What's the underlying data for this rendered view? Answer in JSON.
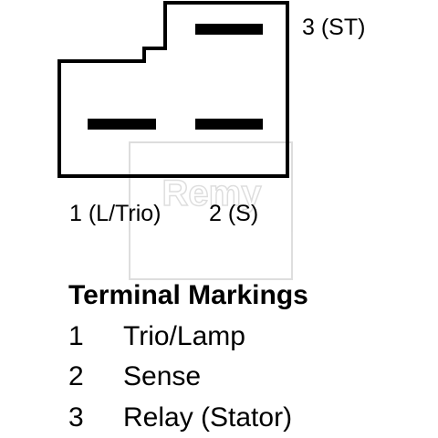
{
  "watermark": "Remy",
  "terminals": {
    "top_label": "3 (ST)",
    "bottom_left_label": "1 (L/Trio)",
    "bottom_right_label": "2 (S)"
  },
  "legend": {
    "heading": "Terminal Markings",
    "rows": [
      {
        "num": "1",
        "text": "Trio/Lamp"
      },
      {
        "num": "2",
        "text": "Sense"
      },
      {
        "num": "3",
        "text": "Relay (Stator)"
      }
    ]
  }
}
